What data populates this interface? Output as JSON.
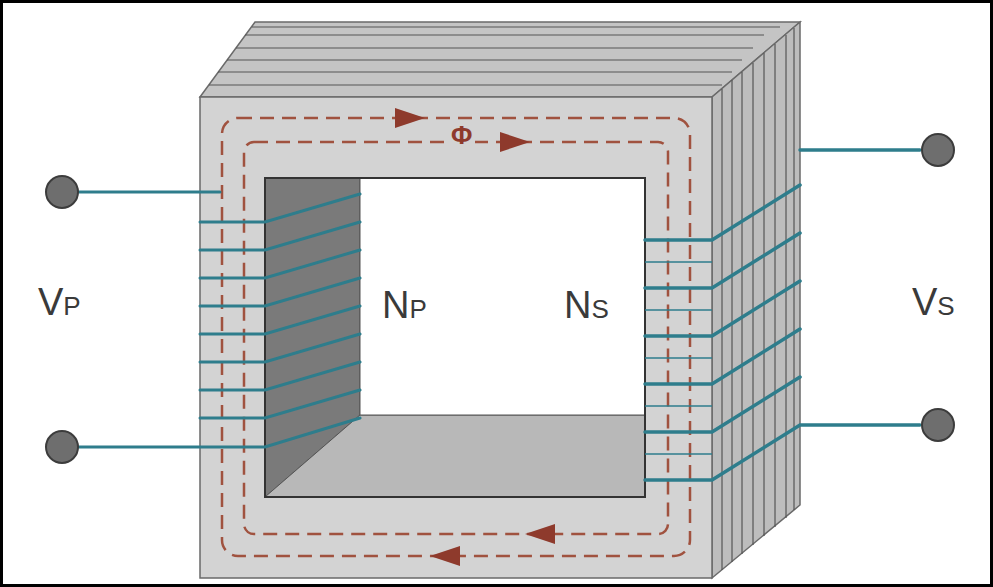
{
  "diagram": {
    "labels": [
      "Φ",
      "VP",
      "NP",
      "NS",
      "VS"
    ]
  }
}
